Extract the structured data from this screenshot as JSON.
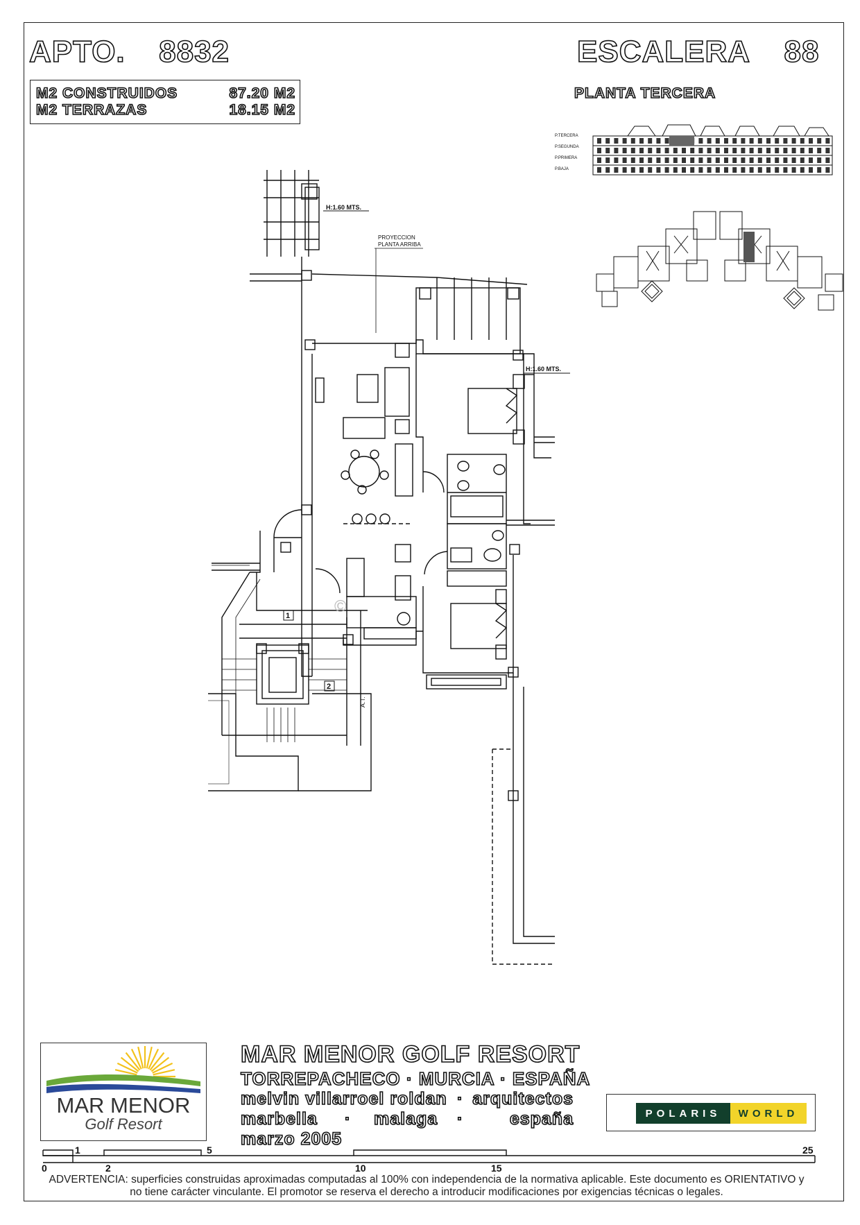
{
  "header": {
    "apto_label": "APTO.",
    "apto_number": "8832",
    "escalera_label": "ESCALERA",
    "escalera_number": "88",
    "planta": "PLANTA TERCERA"
  },
  "areas": [
    {
      "label": "M2 CONSTRUIDOS",
      "value": "87.20 M2"
    },
    {
      "label": "M2 TERRAZAS",
      "value": "18.15 M2"
    }
  ],
  "elevation_floors": [
    "P.TERCERA",
    "P.SEGUNDA",
    "P.PRIMERA",
    "P.BAJA"
  ],
  "plan": {
    "height_note_top": "H:1.60  MTS.",
    "height_note_right": "H:1.60  MTS.",
    "projection_line1": "PROYECCION",
    "projection_line2": "PLANTA  ARRIBA",
    "door_label_1": "1",
    "door_label_2": "2",
    "at_label": "A.T.",
    "watermark_symbol": "©"
  },
  "footer": {
    "logo_name": "MAR MENOR",
    "logo_tagline": "Golf Resort",
    "resort_name": "MAR MENOR GOLF RESORT",
    "location": "TORREPACHECO · MURCIA · ESPAÑA",
    "architects_line": [
      "melvin villarroel roldan",
      "·",
      "arquitectos"
    ],
    "city_line": [
      "marbella",
      "·",
      "malaga",
      "·",
      "españa"
    ],
    "date": "marzo 2005",
    "polaris_left": "POLARIS",
    "polaris_right": "WORLD"
  },
  "scale_ticks": [
    "0",
    "1",
    "2",
    "5",
    "10",
    "15",
    "25"
  ],
  "warning": "ADVERTENCIA: superficies construidas aproximadas computadas al 100% con independencia de la normativa aplicable. Este documento es ORIENTATIVO y no tiene carácter vinculante. El promotor se reserva el derecho a introducir modificaciones por exigencias técnicas o legales.",
  "colors": {
    "line": "#111111",
    "polaris_green": "#123f2c",
    "polaris_yellow": "#f2d42a",
    "logo_green": "#6aa83a",
    "logo_blue": "#2a4a9a",
    "logo_sun": "#f3c21b"
  }
}
